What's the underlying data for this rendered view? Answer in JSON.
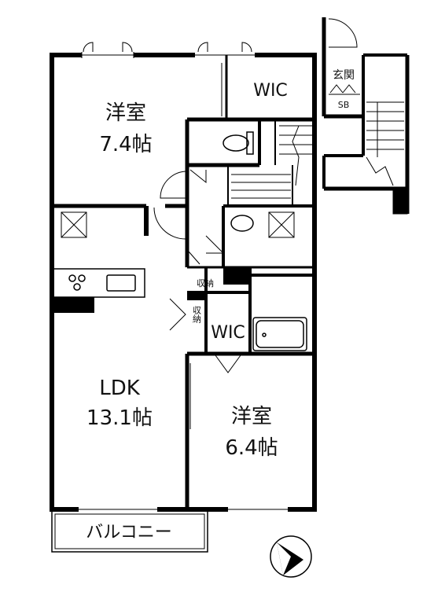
{
  "rooms": {
    "western_room_1": {
      "name": "洋室",
      "size": "7.4帖"
    },
    "wic_1": {
      "label": "WIC"
    },
    "ldk": {
      "name": "LDK",
      "size": "13.1帖"
    },
    "western_room_2": {
      "name": "洋室",
      "size": "6.4帖"
    },
    "wic_2": {
      "label": "WIC"
    },
    "storage_1": {
      "label": "収納"
    },
    "storage_2": {
      "label": "収納"
    },
    "entrance": {
      "label": "玄関"
    },
    "shoe_box": {
      "label": "SB"
    },
    "balcony": {
      "label": "バルコニー"
    }
  },
  "compass": {
    "icon": "north-arrow-icon"
  }
}
